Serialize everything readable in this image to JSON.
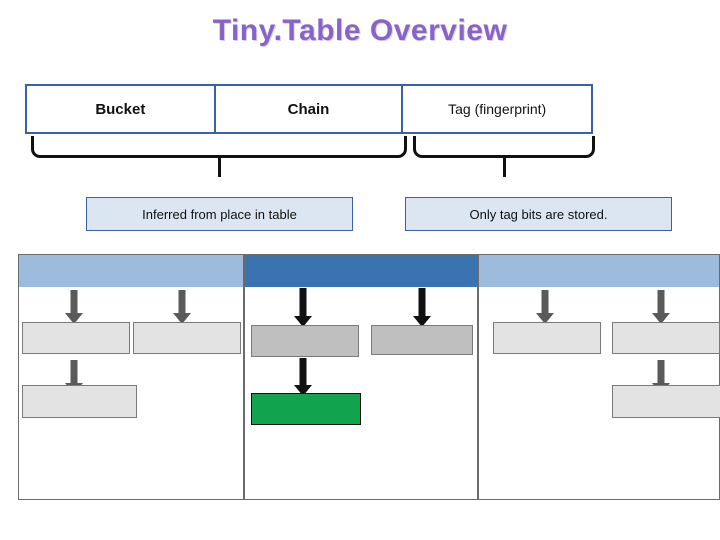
{
  "title": "Tiny.Table Overview",
  "header": {
    "bucket": "Bucket",
    "chain": "Chain",
    "tag": "Tag (fingerprint)"
  },
  "captions": {
    "left": "Inferred from place in table",
    "right": "Only tag bits are stored."
  },
  "colors": {
    "title": "#8A63C8",
    "header_border": "#3B5FA8",
    "caption_fill": "#DCE6F2",
    "band_light": "#9DBBDD",
    "band_dark": "#3B72B0",
    "block_light": "#E3E3E3",
    "block_mid": "#BFBFBF",
    "block_green": "#12A34E",
    "arrow_gray": "#5A5A5A",
    "arrow_dark": "#111111"
  },
  "panels": [
    {
      "name": "panel-a",
      "band": "light",
      "blocks": [
        "light",
        "light",
        "light"
      ],
      "arrows": [
        "gray",
        "gray",
        "gray"
      ]
    },
    {
      "name": "panel-b",
      "band": "dark",
      "blocks": [
        "mid",
        "mid",
        "green"
      ],
      "arrows": [
        "dark",
        "dark",
        "dark"
      ]
    },
    {
      "name": "panel-c",
      "band": "light",
      "blocks": [
        "light",
        "light",
        "light"
      ],
      "arrows": [
        "gray",
        "gray",
        "gray"
      ]
    }
  ]
}
